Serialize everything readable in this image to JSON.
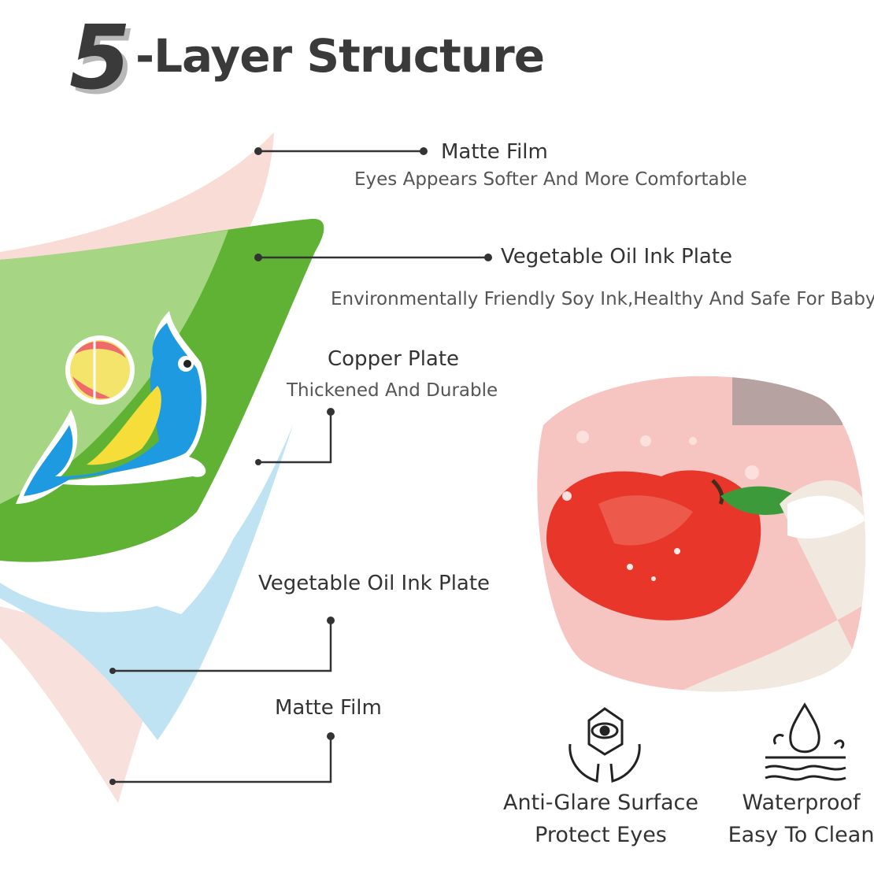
{
  "title": {
    "number": "5",
    "text": "-Layer Structure"
  },
  "layers": {
    "top_matte": {
      "label": "Matte Film",
      "desc": "Eyes Appears Softer And More Comfortable"
    },
    "top_ink": {
      "label": "Vegetable Oil Ink Plate",
      "desc": "Environmentally Friendly Soy Ink,Healthy And Safe For Baby"
    },
    "copper": {
      "label": "Copper Plate",
      "desc": "Thickened And Durable"
    },
    "bottom_ink": {
      "label": "Vegetable Oil Ink Plate"
    },
    "bottom_matte": {
      "label": "Matte Film"
    }
  },
  "features": [
    {
      "icon": "eye-hands-icon",
      "line1": "Anti-Glare Surface",
      "line2": "Protect Eyes"
    },
    {
      "icon": "water-drop-icon",
      "line1": "Waterproof",
      "line2": "Easy To Clean"
    }
  ],
  "colors": {
    "matte_pink": "#f7dcd6",
    "ink_green": "#5bb031",
    "copper_blue": "#b9e0f0",
    "text_dark": "#3a3a3a"
  }
}
